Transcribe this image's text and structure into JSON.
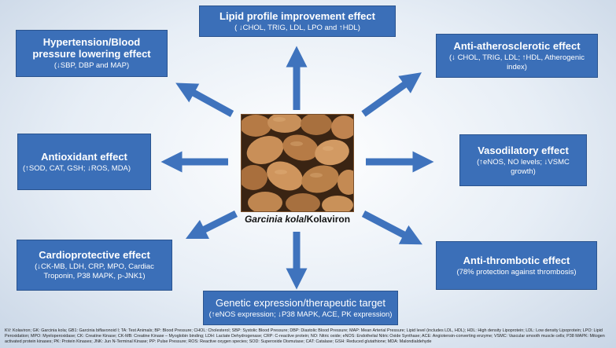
{
  "center": {
    "label_italic": "Garcinia kola",
    "label_rest": "/Kolaviron",
    "image_description": "kola-nut-photo"
  },
  "effects": [
    {
      "id": "lipid",
      "title": "Lipid profile improvement effect",
      "detail": "( ↓CHOL, TRIG, LDL, LPO and ↑HDL)"
    },
    {
      "id": "hypertension",
      "title": "Hypertension/Blood pressure lowering effect",
      "detail": "(↓SBP, DBP and MAP)"
    },
    {
      "id": "atherosclerotic",
      "title": "Anti-atherosclerotic effect",
      "detail": "(↓ CHOL, TRIG, LDL; ↑HDL, Atherogenic index)"
    },
    {
      "id": "antioxidant",
      "title": "Antioxidant effect",
      "detail": "(↑SOD, CAT, GSH; ↓ROS, MDA)"
    },
    {
      "id": "vasodilatory",
      "title": "Vasodilatory effect",
      "detail": "(↑eNOS, NO levels; ↓VSMC growth)"
    },
    {
      "id": "cardioprotective",
      "title": "Cardioprotective effect",
      "detail": "(↓CK-MB, LDH, CRP, MPO, Cardiac Troponin, P38 MAPK, p-JNK1)"
    },
    {
      "id": "antithrombotic",
      "title": "Anti-thrombotic effect",
      "detail": "(78% protection against thrombosis)"
    },
    {
      "id": "genetic",
      "title": "Genetic expression/therapeutic target",
      "detail": "(↑eNOS expression; ↓P38 MAPK, ACE, PK expression)"
    }
  ],
  "colors": {
    "box": "#3b6fb8",
    "arrow": "#3f73bd",
    "border": "#2b548f"
  },
  "footnote": "KV: Kolaviron; GK: Garcinia kola; GB1: Garcinia biflavonoid I; TA: Test Animals; BP: Blood Pressure; CHOL: Cholesterol; SBP: Systolic Blood Pressure; DBP: Diastolic Blood Pressure; MAP: Mean Arterial Pressure; Lipid level (includes LDL, HDL); HDL: High density Lipoprotein; LDL: Low density Lipoprotein; LPO: Lipid Peroxidation; MPO: Myeloperoxidase; CK: Creatine Kinase; CK-MB: Creatine Kinase – Myoglobin binding; LDH: Lactate Dehydrogenase; CRP: C-reactive protein; NO: Nitric oxide; eNOS: Endothelial Nitric Oxide Synthase; ACE: Angiotensin-converting enzyme; VSMC: Vascular smooth muscle cells; P38 MAPK: Mitogen activated protein kinases; PK: Protein Kinases; JNK: Jun N-Terminal Kinase; PP: Pulse Pressure; ROS: Reactive oxygen species; SOD: Superoxide Dismutase; CAT: Catalase; GSH: Reduced glutathione; MDA: Malondialdehyde"
}
